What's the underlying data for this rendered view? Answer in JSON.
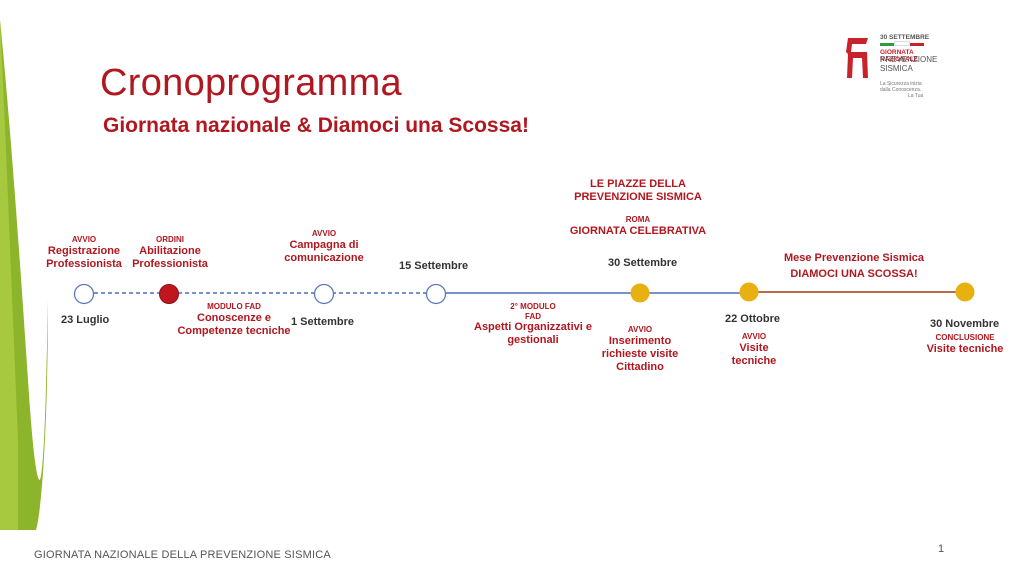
{
  "header": {
    "title": "Cronoprogramma",
    "subtitle": "Giornata nazionale & Diamoci una Scossa!"
  },
  "logo": {
    "line1": "30 SETTEMBRE",
    "line2": "GIORNATA NAZIONALE",
    "line3": "PREVENZIONE",
    "line4": "SISMICA",
    "tag1": "La Sicurezza inizia",
    "tag2": "dalla Conoscenza.",
    "tag3": "La Tua"
  },
  "colors": {
    "accent_red": "#b0171f",
    "milestone_yellow": "#e8b010",
    "line_blue": "#4a6fb5",
    "line_brown": "#b96a4a",
    "left_stripe": "#8db52c"
  },
  "timeline": {
    "milestones": [
      {
        "date": "23 Luglio",
        "above_small": "AVVIO",
        "above": "Registrazione Professionista",
        "below_small": "",
        "below": ""
      },
      {
        "date": "",
        "above_small": "ORDINI",
        "above": "Abilitazione Professionista",
        "below_small": "MODULO FAD",
        "below": "Conoscenze e Competenze tecniche"
      },
      {
        "date": "1 Settembre",
        "above_small": "AVVIO",
        "above": "Campagna di comunicazione",
        "below_small": "",
        "below": ""
      },
      {
        "date": "15 Settembre",
        "above_small": "",
        "above": "",
        "below_small": "2° MODULO FAD",
        "below": "Aspetti Organizzativi e gestionali"
      },
      {
        "date": "30 Settembre",
        "above_small": "",
        "above": "LE PIAZZE DELLA PREVENZIONE SISMICA",
        "above2_small": "ROMA",
        "above2": "GIORNATA CELEBRATIVA",
        "below_small": "AVVIO",
        "below": "Inserimento richieste visite Cittadino"
      },
      {
        "date": "22 Ottobre",
        "above_small": "",
        "above": "",
        "below_small": "AVVIO",
        "below": "Visite tecniche"
      },
      {
        "date": "30 Novembre",
        "above_small": "",
        "above": "",
        "below_small": "CONCLUSIONE",
        "below": "Visite tecniche"
      }
    ],
    "period_label_1": "Mese Prevenzione Sismica",
    "period_label_2": "DIAMOCI UNA SCOSSA!"
  },
  "footer": {
    "text": "GIORNATA NAZIONALE DELLA PREVENZIONE SISMICA",
    "page": "1"
  }
}
